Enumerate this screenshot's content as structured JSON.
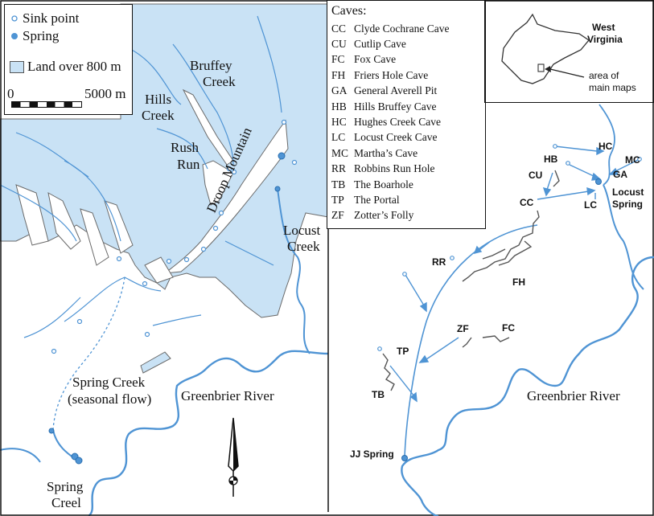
{
  "legend": {
    "sink_point": "Sink point",
    "spring": "Spring",
    "land": "Land over 800 m",
    "scale_zero": "0",
    "scale_end": "5000 m"
  },
  "caves": {
    "title": "Caves:",
    "items": [
      {
        "code": "CC",
        "name": "Clyde Cochrane Cave"
      },
      {
        "code": "CU",
        "name": "Cutlip Cave"
      },
      {
        "code": "FC",
        "name": "Fox Cave"
      },
      {
        "code": "FH",
        "name": "Friers Hole Cave"
      },
      {
        "code": "GA",
        "name": "General Averell Pit"
      },
      {
        "code": "HB",
        "name": "Hills Bruffey Cave"
      },
      {
        "code": "HC",
        "name": "Hughes Creek Cave"
      },
      {
        "code": "LC",
        "name": "Locust Creek Cave"
      },
      {
        "code": "MC",
        "name": "Martha’s Cave"
      },
      {
        "code": "RR",
        "name": "Robbins Run Hole"
      },
      {
        "code": "TB",
        "name": "The Boarhole"
      },
      {
        "code": "TP",
        "name": "The Portal"
      },
      {
        "code": "ZF",
        "name": "Zotter’s Folly"
      }
    ]
  },
  "inset": {
    "state_line1": "West",
    "state_line2": "Virginia",
    "note_line1": "area of",
    "note_line2": "main maps"
  },
  "left_map": {
    "bruffey_1": "Bruffey",
    "bruffey_2": "Creek",
    "hills_1": "Hills",
    "hills_2": "Creek",
    "rush_1": "Rush",
    "rush_2": "Run",
    "droop": "Droop Mountain",
    "locust_1": "Locust",
    "locust_2": "Creek",
    "spring_creek_1": "Spring Creek",
    "spring_creek_2": "(seasonal flow)",
    "greenbrier": "Greenbrier River",
    "spring_creel_1": "Spring",
    "spring_creel_2": "Creel"
  },
  "right_map": {
    "labels": {
      "HC": "HC",
      "MC": "MC",
      "HB": "HB",
      "GA": "GA",
      "CU": "CU",
      "CC": "CC",
      "LC": "LC",
      "RR": "RR",
      "FH": "FH",
      "ZF": "ZF",
      "FC": "FC",
      "TP": "TP",
      "TB": "TB"
    },
    "locust_spring_1": "Locust",
    "locust_spring_2": "Spring",
    "greenbrier": "Greenbrier River",
    "jj_spring": "JJ Spring"
  },
  "colors": {
    "land": "#c9e2f5",
    "water": "#4f94d4",
    "cave": "#555555",
    "border": "#111111"
  }
}
